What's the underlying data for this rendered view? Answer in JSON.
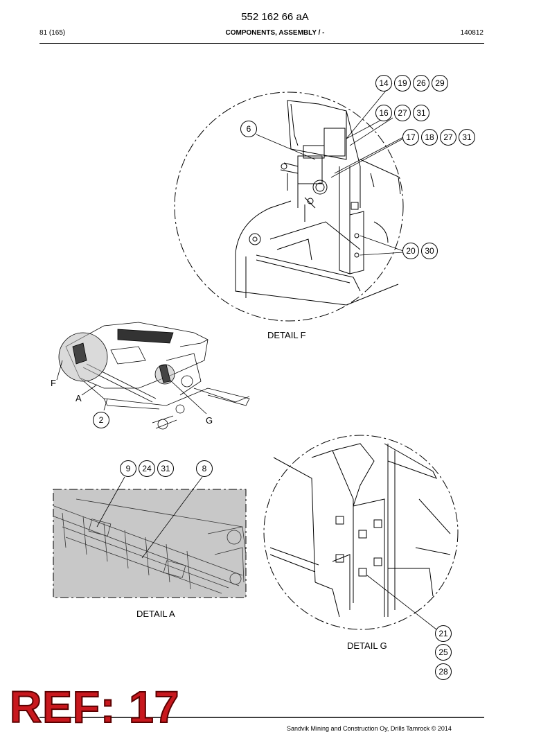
{
  "header": {
    "doc_number": "552 162 66 aA",
    "page": "81 (165)",
    "section": "COMPONENTS, ASSEMBLY / -",
    "date": "140812"
  },
  "detail_f": {
    "label": "DETAIL F",
    "balloons": {
      "b14": "14",
      "b19": "19",
      "b26": "26",
      "b29": "29",
      "b16": "16",
      "b27a": "27",
      "b31a": "31",
      "b6": "6",
      "b17": "17",
      "b18": "18",
      "b27b": "27",
      "b31b": "31",
      "b20": "20",
      "b30": "30"
    }
  },
  "overview": {
    "letter_f": "F",
    "letter_a": "A",
    "letter_g": "G",
    "balloon_2": "2"
  },
  "detail_a": {
    "label": "DETAIL A",
    "balloons": {
      "b9": "9",
      "b24": "24",
      "b31": "31",
      "b8": "8"
    }
  },
  "detail_g": {
    "label": "DETAIL G",
    "balloons": {
      "b21": "21",
      "b25": "25",
      "b28": "28"
    }
  },
  "stamp": "REF: 17",
  "footer": "Sandvik Mining and Construction Oy, Drills Tamrock © 2014"
}
